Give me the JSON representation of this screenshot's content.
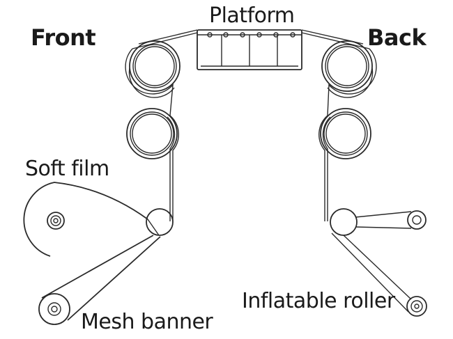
{
  "diagram": {
    "labels": {
      "platform": "Platform",
      "front": "Front",
      "back": "Back",
      "soft_film": "Soft film",
      "mesh_banner": "Mesh banner",
      "inflatable_roller": "Inflatable roller"
    }
  }
}
